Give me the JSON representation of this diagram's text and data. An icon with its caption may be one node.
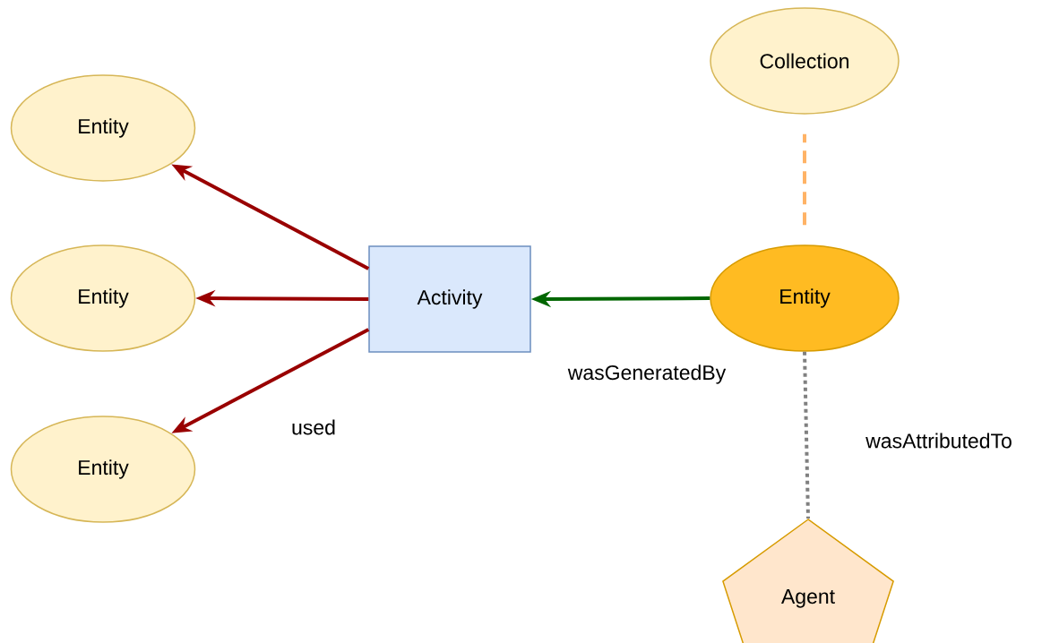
{
  "diagram": {
    "nodes": [
      {
        "text": [
          "Entity"
        ]
      },
      {
        "text": [
          "Entity"
        ]
      },
      {
        "text": [
          "Entity"
        ]
      },
      {
        "text": [
          "Activity"
        ]
      },
      {
        "text": [
          "Entity"
        ]
      },
      {
        "text": [
          "Collection"
        ]
      },
      {
        "text": [
          "Agent"
        ]
      }
    ],
    "edges": [
      {
        "from": 3,
        "to": 0,
        "arrow": "to"
      },
      {
        "from": 3,
        "to": 1,
        "arrow": "to"
      },
      {
        "from": 3,
        "to": 2,
        "arrow": "to",
        "label": "used"
      },
      {
        "from": 4,
        "to": 3,
        "arrow": "to",
        "label": "wasGeneratedBy",
        "color": "#006600"
      },
      {
        "from": 4,
        "to": 5,
        "arrow": "none",
        "style": "dashed",
        "color": "#ffb366"
      },
      {
        "from": 4,
        "to": 6,
        "arrow": "none",
        "style": "dashed",
        "color": "#808080",
        "label": "wasAttributedTo"
      }
    ]
  }
}
